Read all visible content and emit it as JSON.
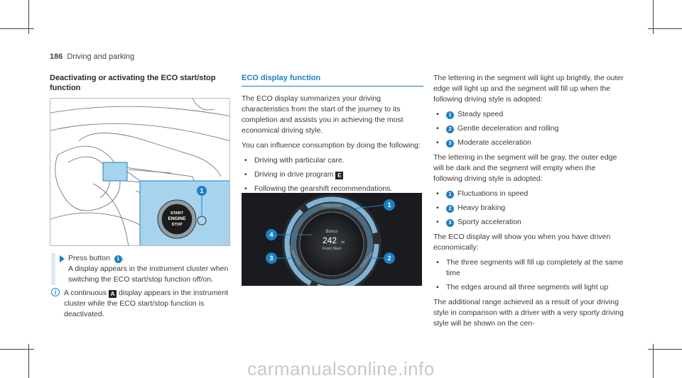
{
  "header": {
    "page_number": "186",
    "section": "Driving and parking"
  },
  "col1": {
    "heading": "Deactivating or activating the ECO start/stop function",
    "figure": {
      "start_label_1": "START",
      "start_label_2": "ENGINE",
      "start_label_3": "STOP",
      "callout": "1"
    },
    "step_prefix": "Press button",
    "step_badge": "1",
    "step_suffix": ".",
    "step_text": "A display appears in the instrument cluster when switching the ECO start/stop function off/on.",
    "note_prefix": "A continuous",
    "note_icon": "A",
    "note_text": "display appears in the instrument cluster while the ECO start/stop function is deactivated."
  },
  "col2": {
    "heading": "ECO display function",
    "para1": "The ECO display summarizes your driving characteristics from the start of the journey to its completion and assists you in achieving the most economical driving style.",
    "para2": "You can influence consumption by doing the following:",
    "bullets": [
      "Driving with particular care.",
      "Driving in drive program",
      "Following the gearshift recommendations."
    ],
    "drive_program_icon": "E",
    "figure": {
      "label_top": "CONSTANT",
      "label_left": "ACCELERATION",
      "label_right": "COASTING",
      "bonus": "Bonus",
      "value": "242",
      "unit": "mi",
      "from_start": "From Start",
      "callouts": [
        "1",
        "2",
        "3",
        "4"
      ]
    }
  },
  "col3": {
    "para1": "The lettering in the segment will light up brightly, the outer edge will light up and the segment will fill up when the following driving style is adopted:",
    "list1": [
      {
        "n": "1",
        "t": "Steady speed"
      },
      {
        "n": "2",
        "t": "Gentle deceleration and rolling"
      },
      {
        "n": "3",
        "t": "Moderate acceleration"
      }
    ],
    "para2": "The lettering in the segment will be gray, the outer edge will be dark and the segment will empty when the following driving style is adopted:",
    "list2": [
      {
        "n": "1",
        "t": "Fluctuations in speed"
      },
      {
        "n": "2",
        "t": "Heavy braking"
      },
      {
        "n": "3",
        "t": "Sporty acceleration"
      }
    ],
    "para3": "The ECO display will show you when you have driven economically:",
    "list3": [
      "The three segments will fill up completely at the same time",
      "The edges around all three segments will light up"
    ],
    "para4": "The additional range achieved as a result of your driving style in comparison with a driver with a very sporty driving style will be shown on the cen-"
  },
  "footer": {
    "watermark": "carmanualsonline.info"
  },
  "colors": {
    "accent": "#1f7fc1",
    "figure_highlight": "#a8d3ee"
  }
}
